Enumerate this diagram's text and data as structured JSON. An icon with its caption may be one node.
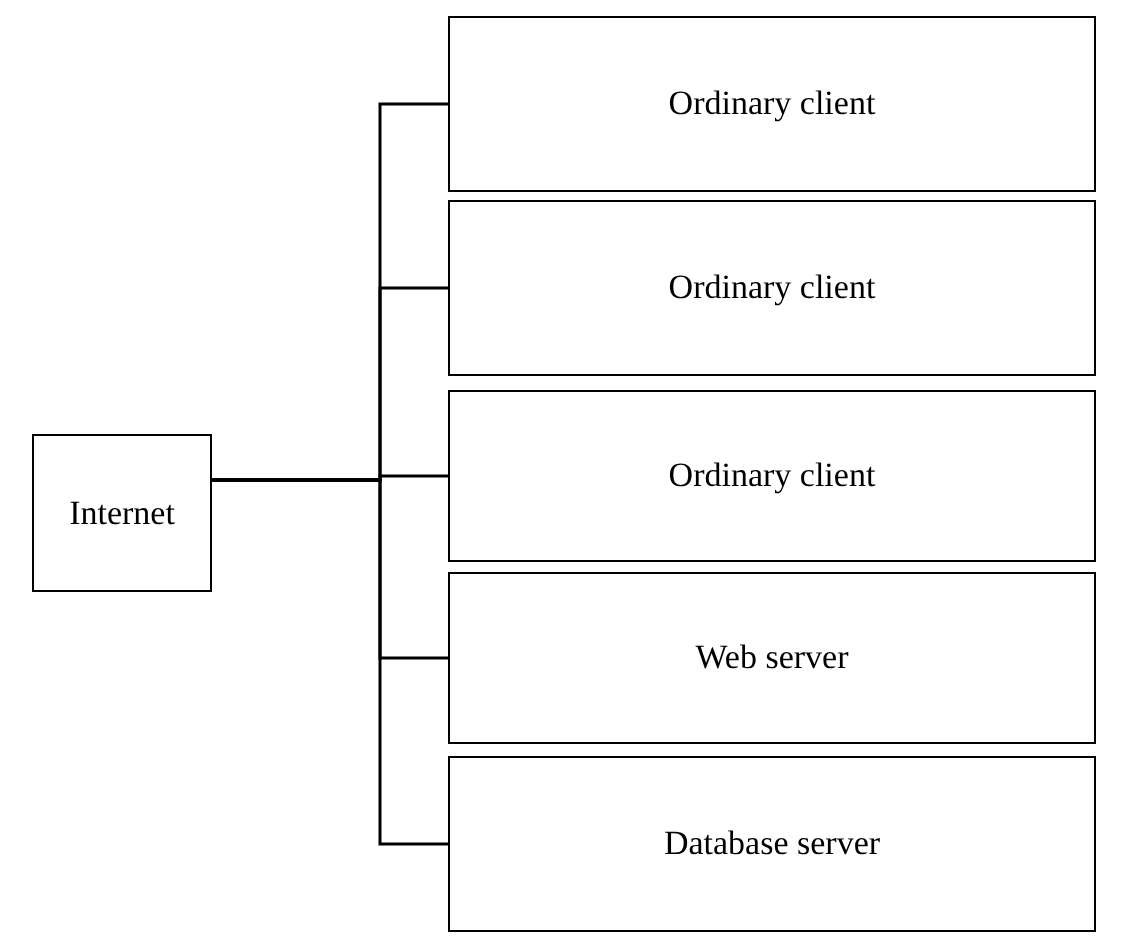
{
  "diagram": {
    "nodes": [
      {
        "text": [
          "Internet"
        ]
      },
      {
        "text": [
          "Ordinary client"
        ]
      },
      {
        "text": [
          "Ordinary client"
        ]
      },
      {
        "text": [
          "Ordinary client"
        ]
      },
      {
        "text": [
          "Web server"
        ]
      },
      {
        "text": [
          "Database server"
        ]
      }
    ],
    "edges": [
      {
        "from": 0,
        "to": 1,
        "arrow": "none"
      },
      {
        "from": 0,
        "to": 2,
        "arrow": "none"
      },
      {
        "from": 0,
        "to": 3,
        "arrow": "none"
      },
      {
        "from": 0,
        "to": 4,
        "arrow": "none"
      },
      {
        "from": 0,
        "to": 5,
        "arrow": "none"
      }
    ]
  }
}
